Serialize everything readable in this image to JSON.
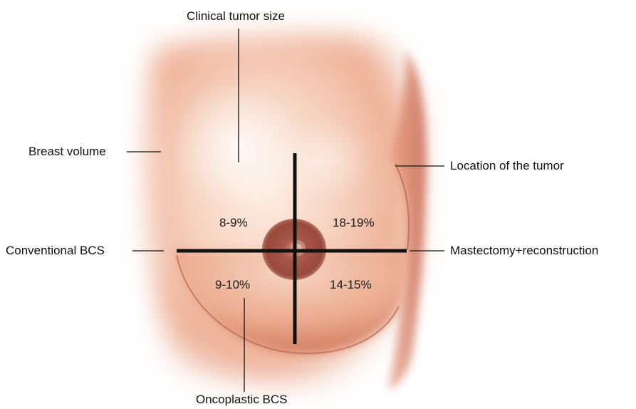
{
  "labels": {
    "top": "Clinical tumor size",
    "left_top": "Breast volume",
    "right_top": "Location of the tumor",
    "left_mid": "Conventional BCS",
    "right_mid": "Mastectomy+reconstruction",
    "bottom": "Oncoplastic BCS"
  },
  "quadrants": {
    "upper_left": "8-9%",
    "upper_right": "18-19%",
    "lower_left": "9-10%",
    "lower_right": "14-15%"
  },
  "colors": {
    "skin_light": "#fbe6d8",
    "skin_mid": "#eeb49a",
    "skin_dark": "#c9634a",
    "areola": "#9c4a3c",
    "crosshair": "#111111"
  }
}
